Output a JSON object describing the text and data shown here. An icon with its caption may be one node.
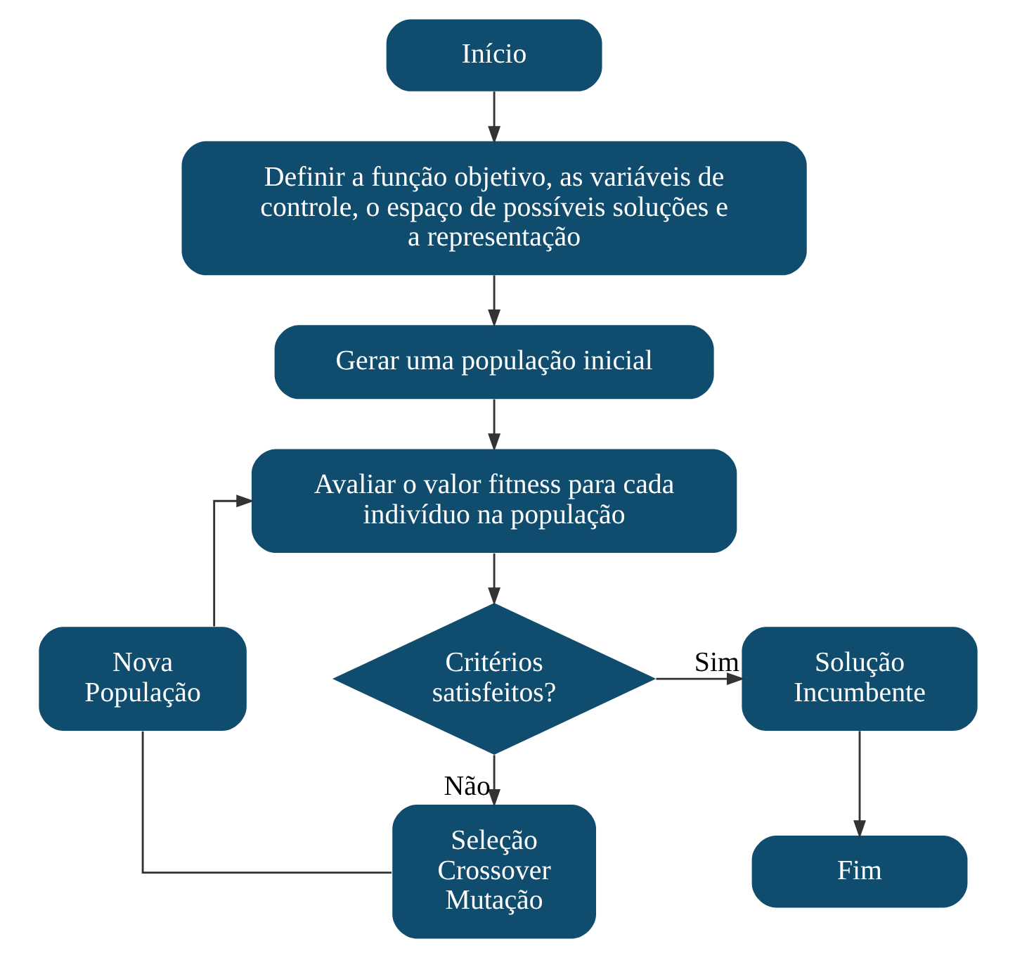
{
  "diagram": {
    "nodes": [
      {
        "text": [
          "Início"
        ]
      },
      {
        "text": [
          "Definir a função objetivo, as variáveis de controle, o espaço de possíveis soluções e a representação"
        ]
      },
      {
        "text": [
          "Gerar uma população inicial"
        ]
      },
      {
        "text": [
          "Avaliar o valor fitness para cada indivíduo na população"
        ]
      },
      {
        "text": [
          "Critérios satisfeitos?"
        ]
      },
      {
        "text": [
          "Solução Incumbente"
        ]
      },
      {
        "text": [
          "Fim"
        ]
      },
      {
        "text": [
          "Seleção",
          "Crossover",
          "Mutação"
        ]
      },
      {
        "text": [
          "Nova População"
        ]
      }
    ],
    "edges": [
      {
        "from": 0,
        "to": 1,
        "arrow": "to"
      },
      {
        "from": 1,
        "to": 2,
        "arrow": "to"
      },
      {
        "from": 2,
        "to": 3,
        "arrow": "to"
      },
      {
        "from": 3,
        "to": 4,
        "arrow": "to"
      },
      {
        "from": 4,
        "to": 5,
        "arrow": "to",
        "label": "Sim"
      },
      {
        "from": 5,
        "to": 6,
        "arrow": "to"
      },
      {
        "from": 4,
        "to": 7,
        "arrow": "to",
        "label": "Não"
      },
      {
        "from": 7,
        "to": 8,
        "arrow": "none"
      },
      {
        "from": 8,
        "to": 3,
        "arrow": "to"
      }
    ]
  }
}
